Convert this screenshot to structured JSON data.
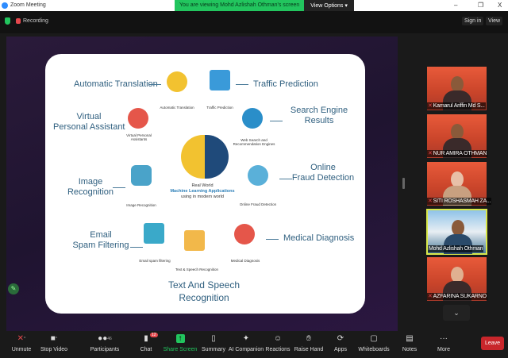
{
  "window": {
    "title": "Zoom Meeting",
    "banner": "You are viewing Mohd Azlishah Othman's screen",
    "view_options": "View Options",
    "minimize": "–",
    "restore": "❐",
    "close": "X"
  },
  "topbar": {
    "recording": "Recording",
    "sign_in": "Sign in",
    "view": "View"
  },
  "slide": {
    "labels": {
      "automatic_translation": "Automatic Translation",
      "traffic_prediction": "Traffic Prediction",
      "virtual_assistant": "Virtual\nPersonal Assistant",
      "search_engine": "Search Engine\nResults",
      "image_recognition": "Image\nRecognition",
      "fraud_detection": "Online\nFraud Detection",
      "email_spam": "Email\nSpam Filtering",
      "medical_diagnosis": "Medical Diagnosis",
      "text_speech": "Text And Speech\nRecognition"
    },
    "small": {
      "automatic_translation": "Automatic Translation",
      "traffic_prediction": "Traffic Prediction",
      "virtual_assistants": "Virtual Personal Assistants",
      "web_search": "Web Search and Recommendation Engines",
      "image_recognition": "Image Recognition",
      "fraud_detection": "Online Fraud Detection",
      "email_spam": "Email spam filtering",
      "text_speech": "Text & Speech Recognition",
      "medical_diagnosis": "Medical Diagnosis"
    },
    "center": {
      "line1": "Real World",
      "line2": "Machine Learning Applications",
      "line3": "using in modern world"
    }
  },
  "participants": [
    {
      "name": "Kamarul Ariffin Md S...",
      "muted": true
    },
    {
      "name": "NUR AMIRA OTHMAN",
      "muted": true
    },
    {
      "name": "SITI ROSHASMAH ZA...",
      "muted": true
    },
    {
      "name": "Mohd Azlishah Othman",
      "muted": false,
      "active": true
    },
    {
      "name": "AZFARINA SUKARNO",
      "muted": true
    }
  ],
  "toolbar": {
    "unmute": "Unmute",
    "stop_video": "Stop Video",
    "participants": "Participants",
    "participants_count": "46",
    "chat": "Chat",
    "chat_badge": "12",
    "share_screen": "Share Screen",
    "summary": "Summary",
    "ai_companion": "AI Companion",
    "reactions": "Reactions",
    "raise_hand": "Raise Hand",
    "apps": "Apps",
    "whiteboards": "Whiteboards",
    "notes": "Notes",
    "more": "More",
    "leave": "Leave"
  }
}
